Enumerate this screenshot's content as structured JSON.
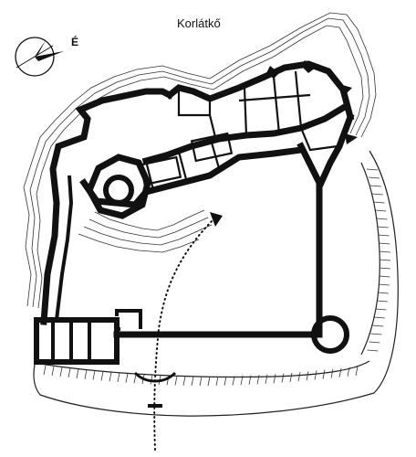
{
  "title": "Korlátkő",
  "compass": {
    "north_label": "É",
    "icon": "north-arrow-compass"
  },
  "colors": {
    "ink": "#111111",
    "background": "#ffffff"
  }
}
